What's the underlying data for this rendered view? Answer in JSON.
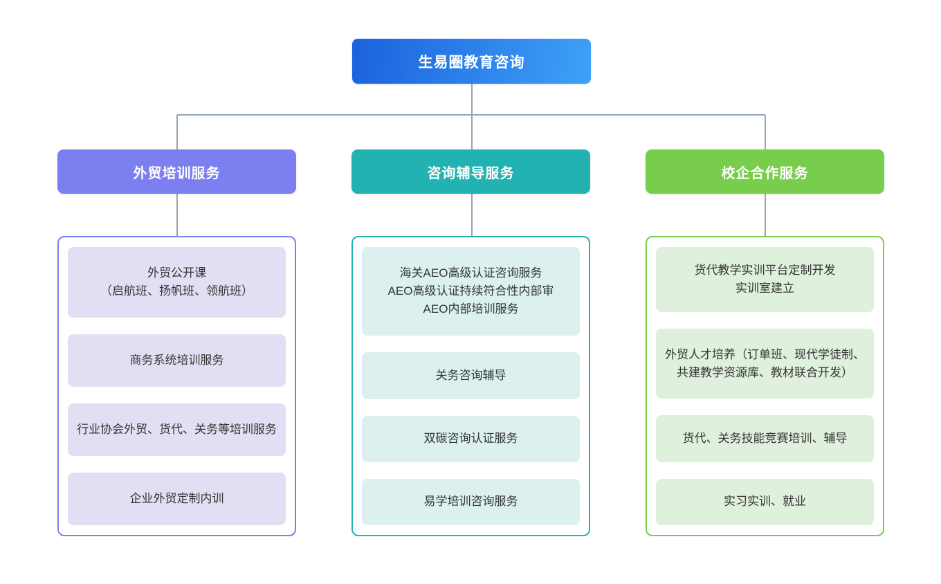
{
  "diagram": {
    "type": "organization-tree",
    "root": {
      "label": "生易圈教育咨询",
      "gradient_from": "#1b62dd",
      "gradient_to": "#3ea1f7",
      "text_color": "#ffffff"
    },
    "connector_color": "#92a5b5",
    "branches": [
      {
        "label": "外贸培训服务",
        "header_color": "#7b7ff0",
        "border_color": "#7b7ff0",
        "card_color": "#e2dff4",
        "items": [
          "外贸公开课\n（启航班、扬帆班、领航班）",
          "商务系统培训服务",
          "行业协会外贸、货代、关务等培训服务",
          "企业外贸定制内训"
        ]
      },
      {
        "label": "咨询辅导服务",
        "header_color": "#23b2b2",
        "border_color": "#23b2b2",
        "card_color": "#dcf0f0",
        "items": [
          "海关AEO高级认证咨询服务\nAEO高级认证持续符合性内部审\nAEO内部培训服务",
          "关务咨询辅导",
          "双碳咨询认证服务",
          "易学培训咨询服务"
        ]
      },
      {
        "label": "校企合作服务",
        "header_color": "#79cd4d",
        "border_color": "#79cd4d",
        "card_color": "#dff0dc",
        "items": [
          "货代教学实训平台定制开发\n实训室建立",
          "外贸人才培养（订单班、现代学徒制、共建教学资源库、教材联合开发）",
          "货代、关务技能竞赛培训、辅导",
          "实习实训、就业"
        ]
      }
    ]
  }
}
